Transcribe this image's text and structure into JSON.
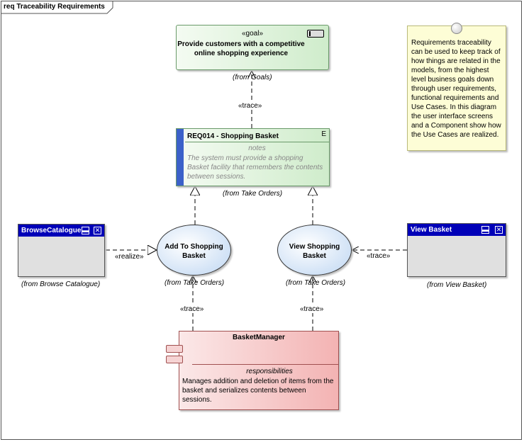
{
  "frame": {
    "title": "req Traceability Requirements"
  },
  "goal": {
    "stereotype": "«goal»",
    "name": "Provide customers with a competitive online shopping experience",
    "from": "(from Goals)"
  },
  "requirement": {
    "name": "REQ014 - Shopping Basket",
    "corner": "E",
    "notes_heading": "notes",
    "notes": "The system must provide a shopping Basket facility that remembers the contents between sessions.",
    "from": "(from Take Orders)"
  },
  "note": {
    "text": "Requirements traceability can be used to keep track of how things are related in the models, from the highest level business goals down through user requirements, functional requirements and Use Cases.  In this diagram the user interface screens and a Component show how the Use Cases are realized."
  },
  "boundaries": {
    "browse": {
      "title": "BrowseCatalogue",
      "from": "(from Browse Catalogue)",
      "min_glyph": "▬",
      "close_glyph": "✕"
    },
    "view": {
      "title": "View Basket",
      "from": "(from View Basket)",
      "min_glyph": "▬",
      "close_glyph": "✕"
    }
  },
  "use_cases": {
    "add": {
      "name": "Add To Shopping Basket",
      "from": "(from Take Orders)"
    },
    "view": {
      "name": "View Shopping Basket",
      "from": "(from Take Orders)"
    }
  },
  "component": {
    "name": "BasketManager",
    "responsibilities_heading": "responsibilities",
    "responsibilities": "Manages addition and deletion of items from the basket and serializes contents between sessions."
  },
  "connectors": {
    "goal_trace": "«trace»",
    "realize": "«realize»",
    "view_trace": "«trace»",
    "add_trace": "«trace»",
    "view_uc_trace": "«trace»"
  },
  "colors": {
    "goal_fill": "#cfeccb",
    "requirement_bar": "#3b61c9",
    "boundary_header": "#0000b8",
    "use_case_fill": "#bed6f2",
    "component_fill": "#f3b3b3",
    "note_fill": "#fdfdd6"
  }
}
